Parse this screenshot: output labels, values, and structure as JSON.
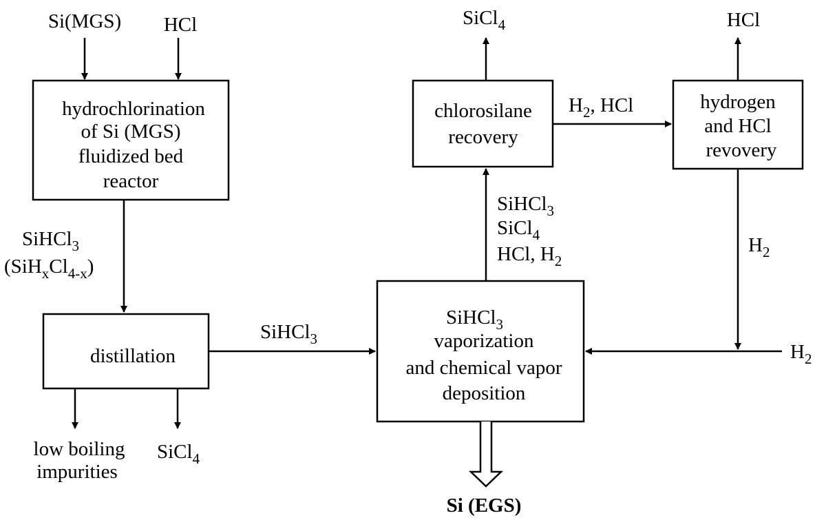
{
  "inputs": {
    "si_mgs": "Si(MGS)",
    "hcl": "HCl"
  },
  "reactor": {
    "lines": [
      "hydrochlorination",
      "of Si (MGS)",
      "fluidized bed",
      "reactor"
    ]
  },
  "reactor_output": {
    "line1_main": "SiHCl",
    "line1_sub": "3",
    "line2_open": "(SiH",
    "line2_x": "x",
    "line2_cl": "Cl",
    "line2_sub": "4-x",
    "line2_close": ")"
  },
  "distillation": {
    "label": "distillation"
  },
  "outputs_distillation": {
    "low_boiling_1": "low boiling",
    "low_boiling_2": "impurities",
    "sicl4_main": "SiCl",
    "sicl4_sub": "4"
  },
  "feed_to_cvd": {
    "main": "SiHCl",
    "sub": "3"
  },
  "cvd": {
    "l1_main": "SiHCl",
    "l1_sub": "3",
    "l2": "vaporization",
    "l3": "and chemical vapor",
    "l4": "deposition"
  },
  "product": {
    "label": "Si (EGS)"
  },
  "cvd_exhaust": {
    "l1_main": "SiHCl",
    "l1_sub": "3",
    "l2_main": "SiCl",
    "l2_sub": "4",
    "l3_main": "HCl, H",
    "l3_sub": "2"
  },
  "chlorosilane": {
    "l1": "chlorosilane",
    "l2": "recovery"
  },
  "chloro_top": {
    "main": "SiCl",
    "sub": "4"
  },
  "chloro_to_h2": {
    "main": "H",
    "sub": "2",
    "rest": ", HCl"
  },
  "h2_recovery": {
    "l1": "hydrogen",
    "l2": "and HCl",
    "l3": "revovery"
  },
  "h2_top": {
    "label": "HCl"
  },
  "h2_return": {
    "main": "H",
    "sub": "2"
  },
  "h2_feed": {
    "main": "H",
    "sub": "2"
  }
}
